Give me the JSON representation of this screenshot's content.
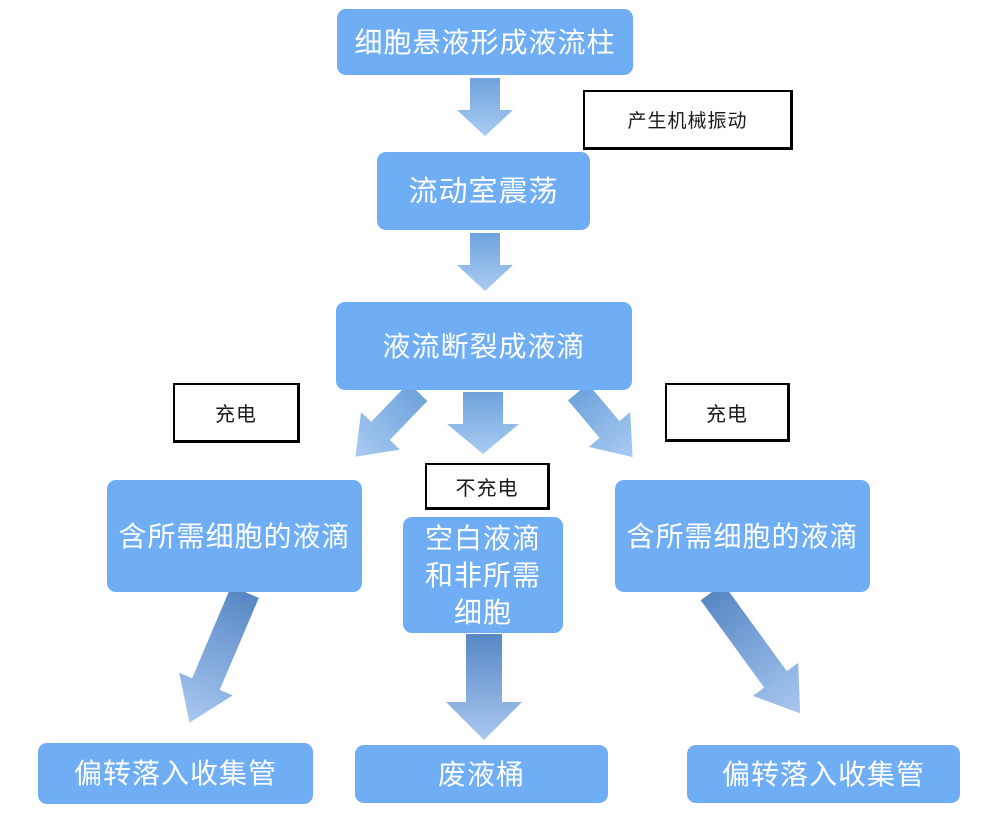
{
  "theme": {
    "node-fill": "#6FAEF5",
    "node-text": "#ffffff",
    "canvas-bg": "#ffffff",
    "label-border": "#000000",
    "label-text": "#1a1a1a",
    "arrow-top": "#6FA3DC",
    "arrow-tip": "#A9CBF2",
    "arrow-long-top": "#5787C4",
    "arrow-long-tip": "#A9C8F0"
  },
  "flowchart": {
    "nodes": {
      "stream": {
        "label": "细胞悬液形成液流柱"
      },
      "oscillate": {
        "label": "流动室震荡"
      },
      "breakup": {
        "label": "液流断裂成液滴"
      },
      "left_drop": {
        "label": "含所需细胞的液滴"
      },
      "mid_drop": {
        "lines": [
          "空白液滴",
          "和非所需",
          "细胞"
        ]
      },
      "right_drop": {
        "label": "含所需细胞的液滴"
      },
      "left_collect": {
        "label": "偏转落入收集管"
      },
      "waste": {
        "label": "废液桶"
      },
      "right_collect": {
        "label": "偏转落入收集管"
      }
    },
    "labels": {
      "vibration": "产生机械振动",
      "charge_left": "充电",
      "no_charge": "不充电",
      "charge_right": "充电"
    }
  }
}
